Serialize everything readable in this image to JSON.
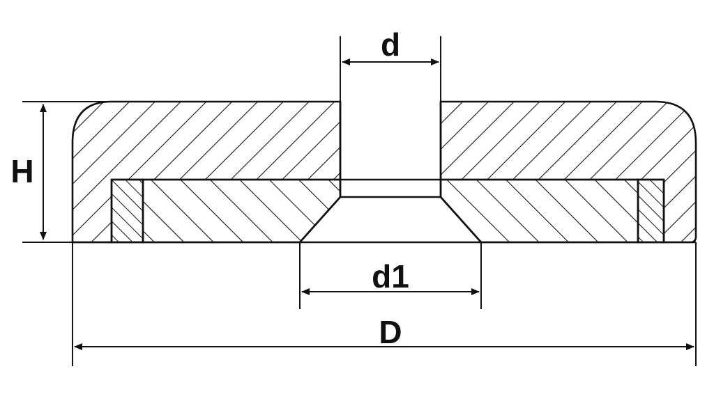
{
  "diagram": {
    "kind": "section view of countersunk pot magnet",
    "colors": {
      "ink": "#111111",
      "background": "#ffffff"
    },
    "dimensions": {
      "hole_diameter": "d",
      "countersink_diameter": "d1",
      "outer_diameter": "D",
      "height": "H"
    }
  }
}
